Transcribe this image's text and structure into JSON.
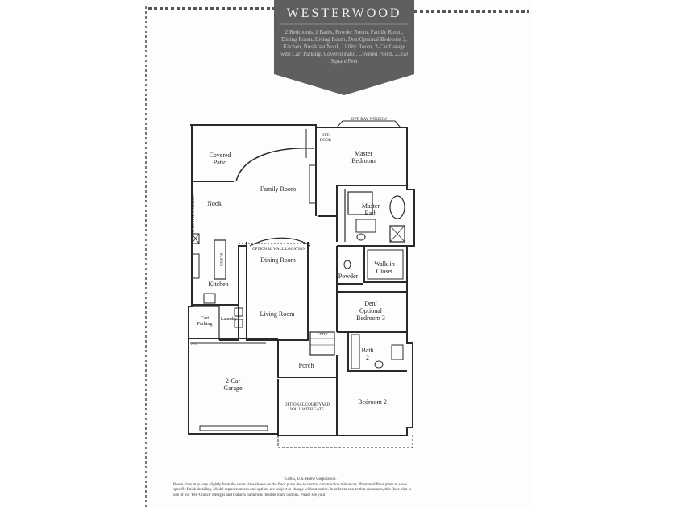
{
  "banner": {
    "title": "WESTERWOOD",
    "description": "2 Bedrooms, 2 Baths, Powder Room, Family Room, Dining Room, Living Room, Den/Optional Bedroom 3, Kitchen, Breakfast Nook, Utility Room, 2-Car Garage with Cart Parking, Covered Patio, Covered Porch, 2,350 Square Feet"
  },
  "rooms": {
    "covered_patio": "Covered\nPatio",
    "family_room": "Family Room",
    "master_bedroom": "Master\nBedroom",
    "master_bath": "Master\nBath",
    "nook": "Nook",
    "dining_room": "Dining Room",
    "kitchen": "Kitchen",
    "powder": "Powder",
    "walkin_closet": "Walk-in\nCloset",
    "den": "Den/\nOptional\nBedroom 3",
    "living_room": "Living Room",
    "cart_parking": "Cart\nParking",
    "laundry": "Laundry",
    "entry": "Entry",
    "bath2": "Bath\n2",
    "porch": "Porch",
    "garage": "2-Car\nGarage",
    "bedroom2": "Bedroom 2",
    "island": "ISLAND"
  },
  "notes": {
    "bay_window": "OPT. BAY WINDOW",
    "opt_door": "OPT.\nDOOR",
    "wall_location": "OPTIONAL WALL LOCATION",
    "courtyard_wall": "OPTIONAL COURTYARD\nWALL WITH GATE",
    "cabinets": "OPTIONAL CABINETS",
    "ac": "A/C"
  },
  "footer": {
    "copyright": "©2005, U.S. Home Corporation.",
    "disclaimer": "Room sizes may vary slightly from the room sizes shown on the floor plans due to normal construction tolerances. Illustrated floor plans to show specific finish detailing. Model representations and options are subject to change without notice. In order to ensure that customers, this floor plan is one of our 'Pen-Choice' Designs and features numerous flexible room options. Please see your"
  },
  "colors": {
    "banner_bg": "#5f5f5f",
    "wall": "#2a2a2a",
    "paper": "#fdfdfd"
  }
}
